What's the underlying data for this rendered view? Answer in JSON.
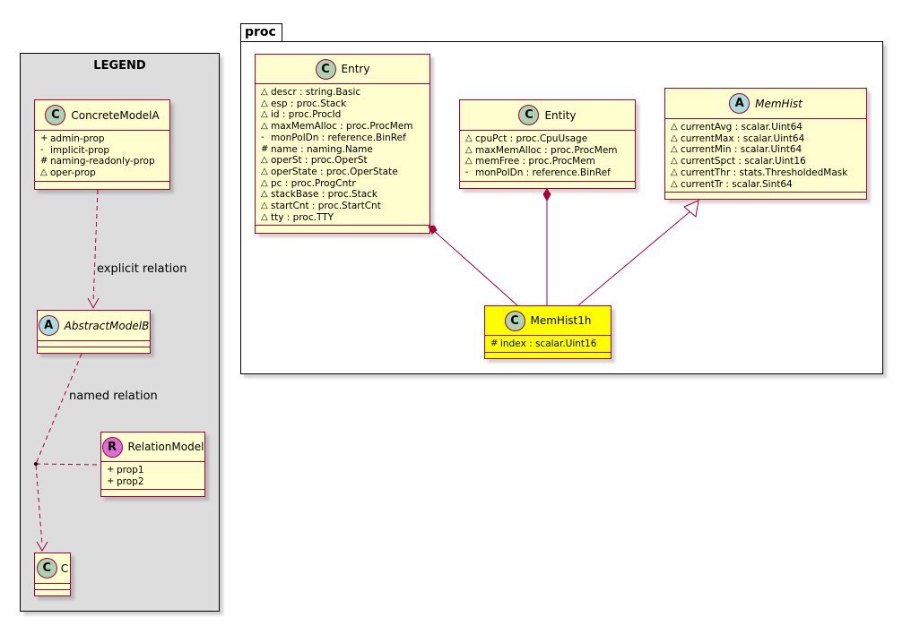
{
  "legend": {
    "title": "LEGEND",
    "concrete": {
      "name": "ConcreteModelA",
      "stereotype": "C",
      "attrs": [
        {
          "vis": "+",
          "text": "admin-prop"
        },
        {
          "vis": "-",
          "text": "implicit-prop"
        },
        {
          "vis": "#",
          "text": "naming-readonly-prop"
        },
        {
          "vis": "△",
          "text": "oper-prop"
        }
      ]
    },
    "abstract": {
      "name": "AbstractModelB",
      "stereotype": "A"
    },
    "relation": {
      "name": "RelationModel",
      "stereotype": "R",
      "attrs": [
        {
          "vis": "+",
          "text": "prop1"
        },
        {
          "vis": "+",
          "text": "prop2"
        }
      ]
    },
    "c": {
      "name": "C",
      "stereotype": "C"
    },
    "explicit_label": "explicit relation",
    "named_label": "named relation"
  },
  "package": {
    "name": "proc",
    "entry": {
      "name": "Entry",
      "stereotype": "C",
      "attrs": [
        {
          "vis": "△",
          "text": "descr : string.Basic"
        },
        {
          "vis": "△",
          "text": "esp : proc.Stack"
        },
        {
          "vis": "△",
          "text": "id : proc.ProcId"
        },
        {
          "vis": "△",
          "text": "maxMemAlloc : proc.ProcMem"
        },
        {
          "vis": "-",
          "text": "monPolDn : reference.BinRef"
        },
        {
          "vis": "#",
          "text": "name : naming.Name"
        },
        {
          "vis": "△",
          "text": "operSt : proc.OperSt"
        },
        {
          "vis": "△",
          "text": "operState : proc.OperState"
        },
        {
          "vis": "△",
          "text": "pc : proc.ProgCntr"
        },
        {
          "vis": "△",
          "text": "stackBase : proc.Stack"
        },
        {
          "vis": "△",
          "text": "startCnt : proc.StartCnt"
        },
        {
          "vis": "△",
          "text": "tty : proc.TTY"
        }
      ]
    },
    "entity": {
      "name": "Entity",
      "stereotype": "C",
      "attrs": [
        {
          "vis": "△",
          "text": "cpuPct : proc.CpuUsage"
        },
        {
          "vis": "△",
          "text": "maxMemAlloc : proc.ProcMem"
        },
        {
          "vis": "△",
          "text": "memFree : proc.ProcMem"
        },
        {
          "vis": "-",
          "text": "monPolDn : reference.BinRef"
        }
      ]
    },
    "memhist": {
      "name": "MemHist",
      "stereotype": "A",
      "attrs": [
        {
          "vis": "△",
          "text": "currentAvg : scalar.Uint64"
        },
        {
          "vis": "△",
          "text": "currentMax : scalar.Uint64"
        },
        {
          "vis": "△",
          "text": "currentMin : scalar.Uint64"
        },
        {
          "vis": "△",
          "text": "currentSpct : scalar.Uint16"
        },
        {
          "vis": "△",
          "text": "currentThr : stats.ThresholdedMask"
        },
        {
          "vis": "△",
          "text": "currentTr : scalar.Sint64"
        }
      ]
    },
    "memhist1h": {
      "name": "MemHist1h",
      "stereotype": "C",
      "attrs": [
        {
          "vis": "#",
          "text": "index : scalar.Uint16"
        }
      ]
    }
  },
  "colors": {
    "class_fill": "#fefece",
    "class_border": "#a80036",
    "highlight_fill": "#ffff00",
    "legend_fill": "#dddddd"
  }
}
